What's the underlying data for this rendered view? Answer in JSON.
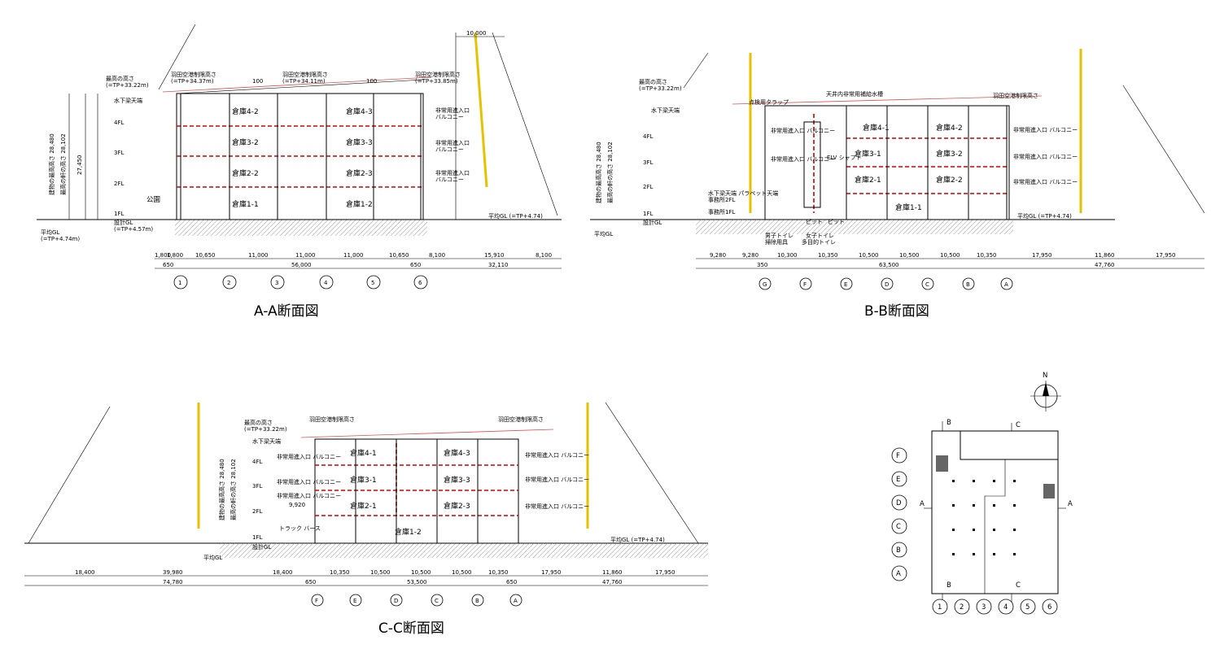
{
  "sections": {
    "aa": {
      "title": "A-A断面図",
      "rooms": [
        "倉庫4-2",
        "倉庫4-3",
        "倉庫3-2",
        "倉庫3-3",
        "倉庫2-2",
        "倉庫2-3",
        "倉庫1-1",
        "倉庫1-2"
      ],
      "grid": [
        "1",
        "2",
        "3",
        "4",
        "5",
        "6"
      ],
      "floors": [
        "4FL",
        "3FL",
        "2FL",
        "1FL"
      ],
      "balcony": [
        "非常用進入口",
        "バルコニー"
      ],
      "labels": {
        "max_height": "最高の高さ",
        "max_height_tp": "(=TP+33.22m)",
        "haneda1": "羽田空港制限高さ",
        "haneda1_tp": "(=TP+34.37m)",
        "haneda2": "羽田空港制限高さ",
        "haneda2_tp": "(=TP+34.11m)",
        "haneda3": "羽田空港制限高さ",
        "haneda3_tp": "(=TP+33.85m)",
        "roof": "水下梁天端",
        "design_gl": "設計GL",
        "design_gl_tp": "(=TP+4.57m)",
        "avg_gl": "平均GL",
        "avg_gl_tp": "(=TP+4.74m)",
        "avg_gl_right": "平均GL (=TP+4.74)",
        "park": "公園",
        "bldg_height": "建物の最高高さ 28,480",
        "eaves_height": "最高の軒の高さ 28,102",
        "total": "27,450",
        "slope": "100"
      },
      "dims_bottom": [
        "1,800",
        "1,800",
        "10,650",
        "11,000",
        "11,000",
        "11,000",
        "10,650",
        "8,100",
        "15,910",
        "8,100"
      ],
      "dims_total": [
        "650",
        "56,000",
        "650",
        "32,110"
      ],
      "top_dim": "10,000"
    },
    "bb": {
      "title": "B-B断面図",
      "rooms": [
        "倉庫4-1",
        "倉庫4-2",
        "倉庫3-1",
        "倉庫3-2",
        "倉庫2-1",
        "倉庫2-2",
        "倉庫1-1"
      ],
      "grid": [
        "G",
        "F",
        "E",
        "D",
        "C",
        "B",
        "A"
      ],
      "labels": {
        "tenken": "点検用タラップ",
        "elv": "ELV シャフト",
        "office": "事務所1FL",
        "office2": "事務所2FL",
        "pit": "ピット",
        "toilet_m": "男子トイレ",
        "toilet_f": "女子トイレ",
        "cleaning": "掃除用具",
        "multi": "多目的トイレ",
        "parapet": "水下梁天端 パラペット天端",
        "balcony_sm": "非常用進入口 バルコニー",
        "ceiling": "天井内非常用補給水槽"
      },
      "dims_bottom": [
        "9,280",
        "9,280",
        "10,300",
        "10,350",
        "10,500",
        "10,500",
        "10,500",
        "10,350",
        "17,950",
        "11,860",
        "17,950"
      ],
      "dims_total": [
        "350",
        "63,500",
        "47,760"
      ]
    },
    "cc": {
      "title": "C-C断面図",
      "rooms": [
        "倉庫4-1",
        "倉庫4-3",
        "倉庫3-1",
        "倉庫3-3",
        "倉庫2-1",
        "倉庫2-3",
        "倉庫1-2"
      ],
      "grid": [
        "F",
        "E",
        "D",
        "C",
        "B",
        "A"
      ],
      "labels": {
        "truck": "トラック バース",
        "dim": "9,920"
      },
      "dims_bottom": [
        "18,400",
        "39,980",
        "18,400",
        "10,350",
        "10,500",
        "10,500",
        "10,500",
        "10,350",
        "17,950",
        "11,860",
        "17,950"
      ],
      "dims_total": [
        "74,780",
        "650",
        "53,500",
        "650",
        "47,760"
      ]
    },
    "key": {
      "north": "N",
      "rows": [
        "F",
        "E",
        "D",
        "C",
        "B",
        "A"
      ],
      "cols": [
        "1",
        "2",
        "3",
        "4",
        "5",
        "6"
      ],
      "marks": [
        "B",
        "C",
        "A",
        "A",
        "B",
        "C"
      ]
    }
  }
}
